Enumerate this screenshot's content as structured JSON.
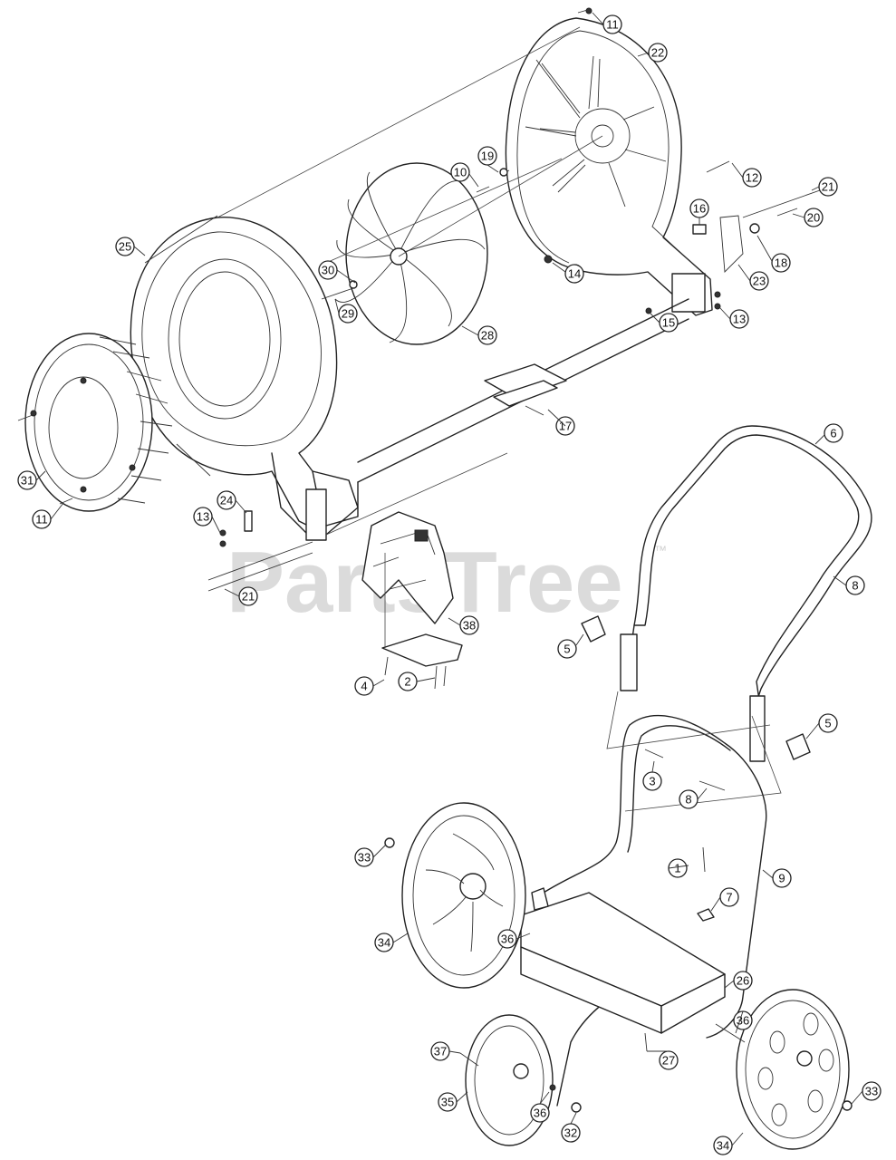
{
  "watermark": "PartsTree",
  "trademark": "™",
  "callouts": [
    "1",
    "2",
    "3",
    "4",
    "5",
    "6",
    "7",
    "8",
    "9",
    "10",
    "11",
    "12",
    "13",
    "14",
    "15",
    "16",
    "17",
    "18",
    "19",
    "20",
    "21",
    "22",
    "23",
    "24",
    "25",
    "26",
    "27",
    "28",
    "29",
    "30",
    "31",
    "32",
    "33",
    "34",
    "35",
    "36",
    "37",
    "38"
  ]
}
